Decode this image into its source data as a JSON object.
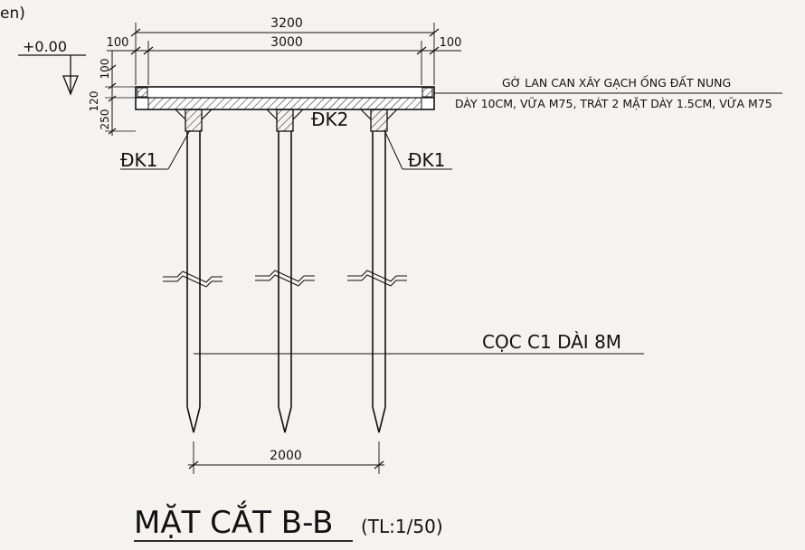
{
  "corner_text": "en)",
  "elevation": "+0.00",
  "dims": {
    "overall_width": "3200",
    "inner_width": "3000",
    "left_offset": "100",
    "right_offset": "100",
    "rail_height": "100",
    "slab_top": "120",
    "beam_depth": "250",
    "pile_spacing": "2000"
  },
  "labels": {
    "beam_left": "ĐK1",
    "beam_center": "ĐK2",
    "beam_right": "ĐK1",
    "railing_line1": "GỜ LAN CAN XÂY GẠCH ỐNG ĐẤT NUNG",
    "railing_line2": "DÀY 10CM, VỮA M75, TRÁT 2 MẶT DÀY 1.5CM, VỮA M75",
    "pile": "CỌC C1 DÀI 8M"
  },
  "title": {
    "main": "MẶT CẮT B-B",
    "scale": "(TL:1/50)"
  }
}
